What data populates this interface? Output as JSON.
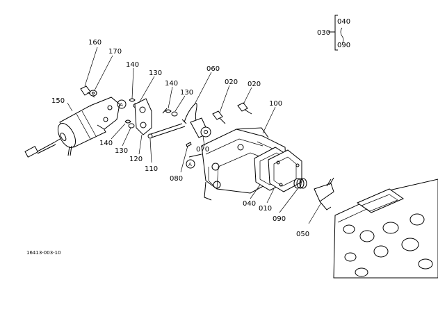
{
  "diagram": {
    "drawing_number": "16413-003-10",
    "range_bracket": {
      "label": "030",
      "from": "040",
      "to": "090"
    },
    "circled_marker": "A",
    "callouts": {
      "p150": "150",
      "p160": "160",
      "p170": "170",
      "p140a": "140",
      "p140b": "140",
      "p140c": "140",
      "p130a": "130",
      "p130b": "130",
      "p130c": "130",
      "p120": "120",
      "p110": "110",
      "p060": "060",
      "p020a": "020",
      "p020b": "020",
      "p100": "100",
      "p070": "070",
      "p080": "080",
      "p040": "040",
      "p010": "010",
      "p090": "090",
      "p050": "050"
    }
  }
}
